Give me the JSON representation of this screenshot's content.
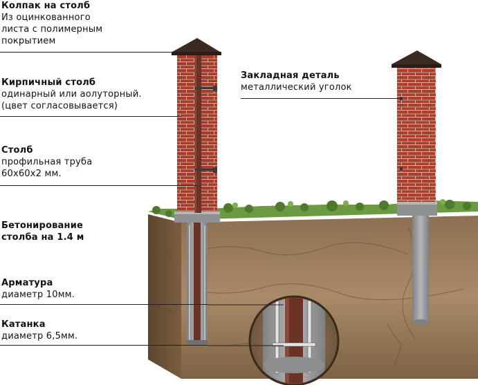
{
  "callouts": [
    {
      "title": "Колпак на столб",
      "desc": [
        "Из оцинкованного",
        "листа с полимерным",
        "покрытием"
      ]
    },
    {
      "title": "Кирпичный столб",
      "desc": [
        "одинарный или аолуторный.",
        "(цвет согласовывается)"
      ]
    },
    {
      "title": "Столб",
      "desc": [
        "профильная труба",
        "60х60х2 мм."
      ]
    },
    {
      "title": "Бетонирование",
      "desc": []
    },
    {
      "title": "столба на 1.4 м",
      "desc": []
    },
    {
      "title": "Арматура",
      "desc": [
        "диаметр 10мм."
      ]
    },
    {
      "title": "Катанка",
      "desc": [
        "диаметр 6,5мм."
      ]
    },
    {
      "title": "Закладная деталь",
      "desc": [
        "металлический уголок"
      ]
    }
  ],
  "colors": {
    "brick": "#b4432f",
    "mortar": "#d8c7b8",
    "soil": "#a08463",
    "soil_dark": "#6e5539",
    "grass": "#5f8c3a",
    "concrete": "#9a9c9e",
    "pipe": "#6b3326",
    "cap": "#3b2a22"
  }
}
